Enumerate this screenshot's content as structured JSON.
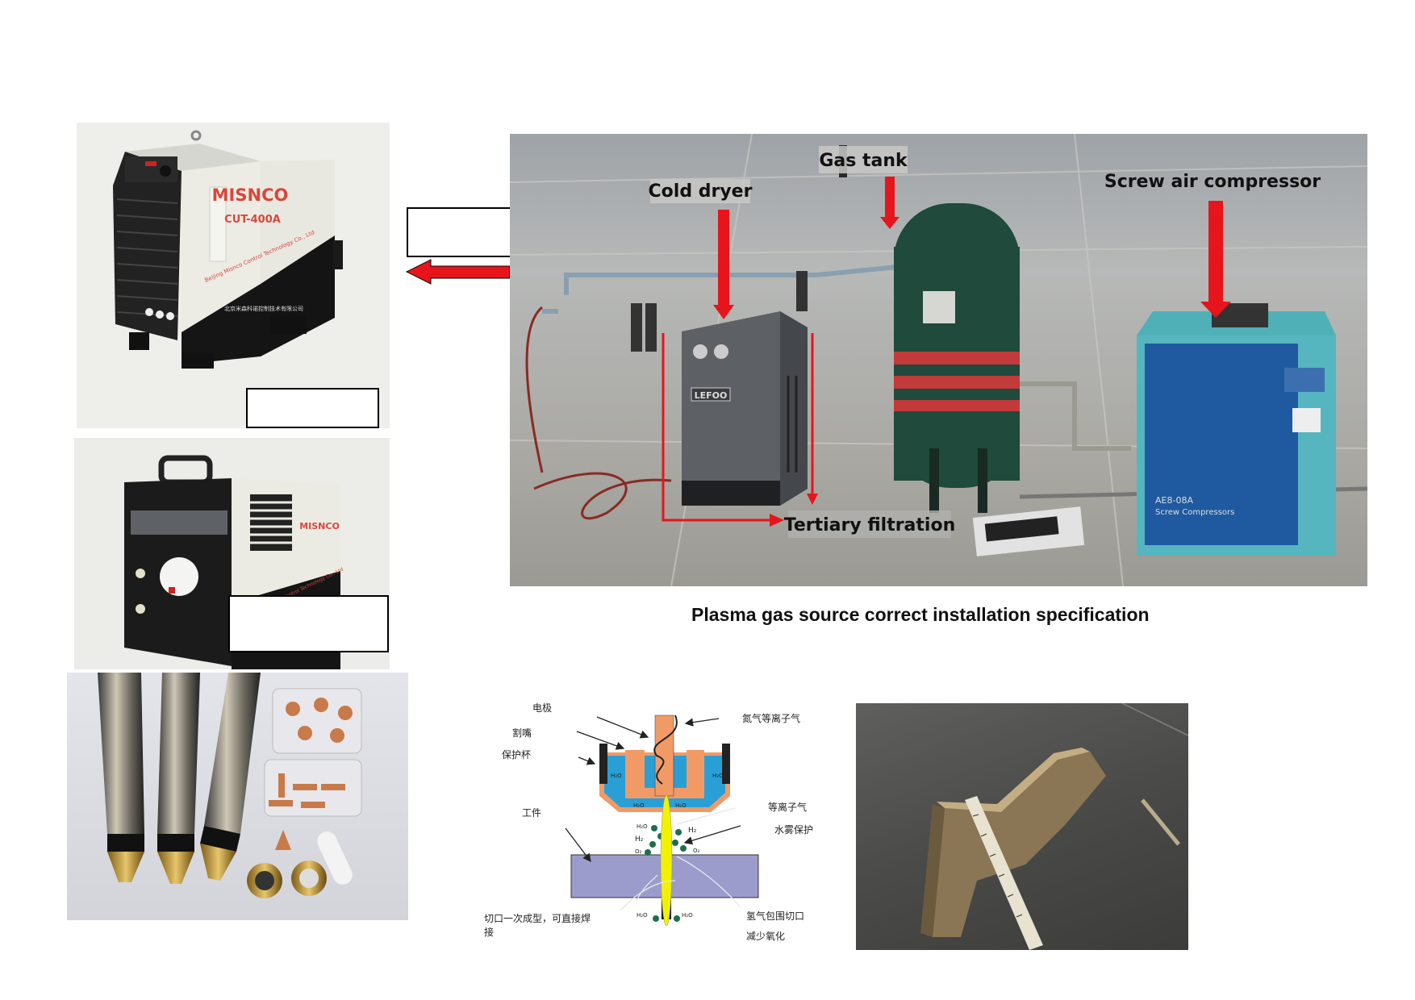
{
  "machine_photo_1": {
    "brand": "MISNCO",
    "model": "CUT-400A",
    "company_en": "Beijing Misnco Control Technology Co., Ltd",
    "company_cn": "北京米森科诺控制技术有限公司"
  },
  "machine_photo_2": {
    "brand": "MISNCO",
    "company_en_partial": "Control Technology Co., Ltd"
  },
  "gas_source_photo": {
    "labels": {
      "cold_dryer": "Cold dryer",
      "gas_tank": "Gas tank",
      "screw_air_compressor": "Screw air compressor",
      "tertiary_filtration": "Tertiary filtration"
    },
    "dryer_brand": "LEFOO",
    "compressor_model": "AE8-08A",
    "compressor_type": "Screw Compressors",
    "arrow_color": "#e8141b",
    "caption": "Plasma gas source correct installation specification"
  },
  "plasma_diagram": {
    "labels": {
      "electrode": "电极",
      "nozzle": "割嘴",
      "shield_cup": "保护杯",
      "workpiece": "工件",
      "kerf_line1": "切口一次成型，可直接焊",
      "kerf_line2": "接",
      "nitrogen_plasma_gas": "氮气等离子气",
      "plasma_gas": "等离子气",
      "water_mist": "水雾保护",
      "hydrogen_line1": "氢气包围切口",
      "hydrogen_line2": "减少氧化"
    },
    "chem": {
      "water": "H₂O",
      "hydrogen": "H₂",
      "oxygen": "O₂"
    }
  }
}
